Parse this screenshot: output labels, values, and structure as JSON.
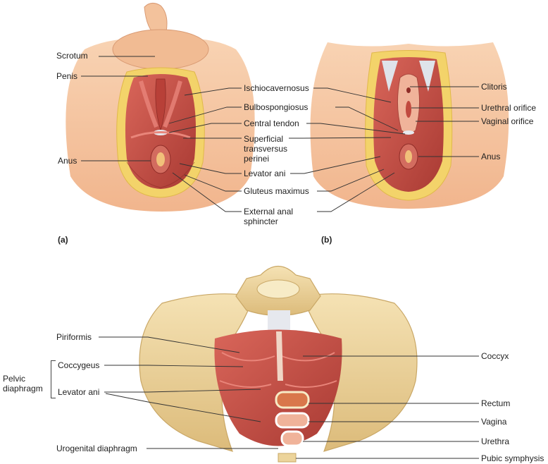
{
  "panels": {
    "a": "(a)",
    "b": "(b)"
  },
  "labels_male": {
    "scrotum": "Scrotum",
    "penis": "Penis",
    "anus": "Anus"
  },
  "labels_center": {
    "ischiocavernosus": "Ischiocavernosus",
    "bulbospongiosus": "Bulbospongiosus",
    "central_tendon": "Central tendon",
    "superficial_transversus": "Superficial transversus perinei",
    "levator_ani": "Levator ani",
    "gluteus_maximus": "Gluteus maximus",
    "external_anal_sphincter": "External anal sphincter"
  },
  "labels_female": {
    "clitoris": "Clitoris",
    "urethral_orifice": "Urethral orifice",
    "vaginal_orifice": "Vaginal orifice",
    "anus": "Anus"
  },
  "labels_pelvis_left": {
    "piriformis": "Piriformis",
    "pelvic_diaphragm": "Pelvic diaphragm",
    "coccygeus": "Coccygeus",
    "levator_ani": "Levator ani",
    "urogenital_diaphragm": "Urogenital diaphragm"
  },
  "labels_pelvis_right": {
    "coccyx": "Coccyx",
    "rectum": "Rectum",
    "vagina": "Vagina",
    "urethra": "Urethra",
    "pubic_symphysis": "Pubic symphysis"
  },
  "colors": {
    "skin": "#f6c9a4",
    "skin_dark": "#e9a77e",
    "muscle": "#c0453c",
    "muscle_light": "#d86a5d",
    "fat": "#f3d36a",
    "bone": "#ecd49b",
    "bone_dark": "#c9a766",
    "fascia": "#d9dde6",
    "leader": "#333333"
  }
}
